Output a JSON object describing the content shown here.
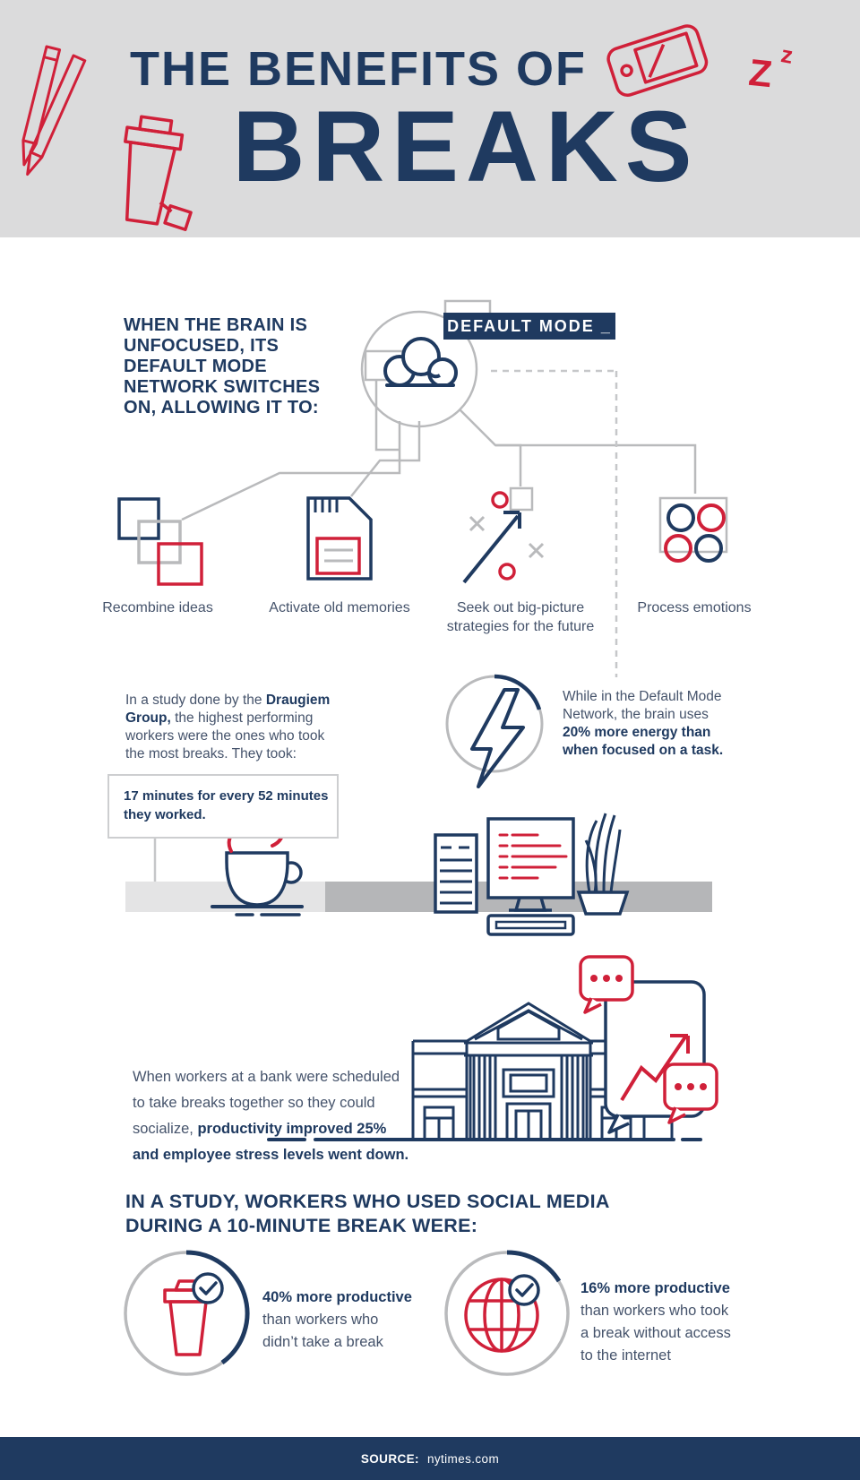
{
  "colors": {
    "navy": "#1f3a60",
    "red": "#d02039",
    "gray_line": "#b9babc",
    "header_bg": "#dbdbdc",
    "desk_light": "#e4e4e5",
    "desk_dark": "#b5b6b8",
    "body_text": "#45536b",
    "footer_bg": "#1f3a60"
  },
  "header": {
    "title_line1": "THE BENEFITS OF",
    "title_line2": "BREAKS",
    "sleep_text_large": "Z",
    "sleep_text_small": "z"
  },
  "brain": {
    "heading_lines": [
      "WHEN THE BRAIN IS",
      "UNFOCUSED, ITS",
      "DEFAULT MODE",
      "NETWORK SWITCHES",
      "ON, ALLOWING IT TO:"
    ],
    "default_mode_label": "DEFAULT MODE _",
    "benefits": [
      {
        "icon": "overlapping-squares-icon",
        "label": "Recombine ideas"
      },
      {
        "icon": "memory-card-icon",
        "label": "Activate old memories"
      },
      {
        "icon": "strategy-play-icon",
        "label_line1": "Seek out big-picture",
        "label_line2": "strategies for the future"
      },
      {
        "icon": "emotion-circles-icon",
        "label": "Process emotions"
      }
    ]
  },
  "study": {
    "intro_lines": [
      {
        "pre": "In a study done by the ",
        "bold": "Draugiem"
      },
      {
        "bold": "Group,",
        "post": " the highest performing"
      },
      {
        "post": "workers were the ones who took"
      },
      {
        "post": "the most breaks. They took:"
      }
    ],
    "callout_lines": [
      "17 minutes for every 52 minutes",
      "they worked."
    ],
    "energy_percent_arc": 20,
    "energy_lines": [
      {
        "post": "While in the Default Mode"
      },
      {
        "post": "Network, the brain uses"
      },
      {
        "bold": "20% more energy than"
      },
      {
        "bold": "when focused on a task."
      }
    ]
  },
  "bank": {
    "lines": [
      {
        "post": "When workers at a bank were scheduled"
      },
      {
        "post": "to take breaks together so they could"
      },
      {
        "pre": "socialize, ",
        "bold": "productivity improved 25%"
      },
      {
        "bold": "and employee stress levels went down."
      }
    ]
  },
  "social": {
    "heading_lines": [
      "IN A STUDY, WORKERS WHO USED SOCIAL MEDIA",
      "DURING A 10-MINUTE BREAK WERE:"
    ],
    "stats": [
      {
        "icon": "takeaway-cup-icon",
        "percent_arc": 40,
        "lines": [
          {
            "bold": "40% more productive"
          },
          {
            "post": "than workers who"
          },
          {
            "post": "didn’t take a break"
          }
        ]
      },
      {
        "icon": "globe-icon",
        "percent_arc": 16,
        "lines": [
          {
            "bold": "16% more productive"
          },
          {
            "post": "than workers who took"
          },
          {
            "post": "a break without access"
          },
          {
            "post": "to the internet"
          }
        ]
      }
    ]
  },
  "footer": {
    "source_label": "SOURCE:",
    "source_value": "nytimes.com"
  }
}
